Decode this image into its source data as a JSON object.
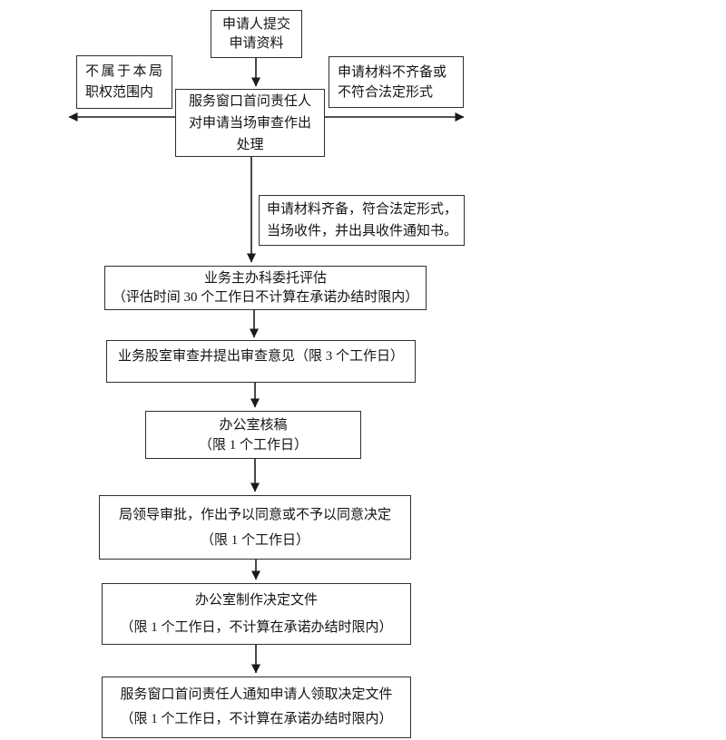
{
  "page": {
    "background": "#ffffff",
    "ink": "#141414",
    "border_color": "#2f2f2f"
  },
  "flowchart": {
    "type": "flowchart",
    "nodes": [
      {
        "id": "applicant-submit",
        "lines": [
          "申请人提交",
          "申请资料"
        ]
      },
      {
        "id": "out-of-scope",
        "lines": [
          "不属于本局",
          "职权范围内"
        ]
      },
      {
        "id": "materials-incomplete",
        "lines": [
          "申请材料不齐备或",
          "不符合法定形式"
        ]
      },
      {
        "id": "window-first-inquiry-review",
        "lines": [
          "服务窗口首问责任人",
          "对申请当场审查作出",
          "处理"
        ]
      },
      {
        "id": "materials-complete-note",
        "lines": [
          "申请材料齐备，符合法定形式，",
          "当场收件，并出具收件通知书。"
        ]
      },
      {
        "id": "entrusted-evaluation",
        "lines": [
          "业务主办科委托评估",
          "（评估时间 30 个工作日不计算在承诺办结时限内）"
        ]
      },
      {
        "id": "section-review",
        "lines": [
          "业务股室审查并提出审查意见（限 3 个工作日）"
        ]
      },
      {
        "id": "office-draft-check",
        "lines": [
          "办公室核稿",
          "（限 1 个工作日）"
        ]
      },
      {
        "id": "leader-approval",
        "lines": [
          "局领导审批，作出予以同意或不予以同意决定",
          "（限 1 个工作日）"
        ]
      },
      {
        "id": "make-decision-document",
        "lines": [
          "办公室制作决定文件",
          "（限 1 个工作日，不计算在承诺办结时限内）"
        ]
      },
      {
        "id": "notify-applicant",
        "lines": [
          "服务窗口首问责任人通知申请人领取决定文件",
          "（限 1 个工作日，不计算在承诺办结时限内）"
        ]
      }
    ],
    "edges": [
      {
        "from": "applicant-submit",
        "to": "window-first-inquiry-review",
        "direction": "down"
      },
      {
        "from": "window-first-inquiry-review",
        "to": "out-of-scope",
        "direction": "left"
      },
      {
        "from": "window-first-inquiry-review",
        "to": "materials-incomplete",
        "direction": "right"
      },
      {
        "from": "window-first-inquiry-review",
        "to": "entrusted-evaluation",
        "direction": "down",
        "note": "materials-complete-note"
      },
      {
        "from": "entrusted-evaluation",
        "to": "section-review",
        "direction": "down"
      },
      {
        "from": "section-review",
        "to": "office-draft-check",
        "direction": "down"
      },
      {
        "from": "office-draft-check",
        "to": "leader-approval",
        "direction": "down"
      },
      {
        "from": "leader-approval",
        "to": "make-decision-document",
        "direction": "down"
      },
      {
        "from": "make-decision-document",
        "to": "notify-applicant",
        "direction": "down"
      }
    ]
  }
}
